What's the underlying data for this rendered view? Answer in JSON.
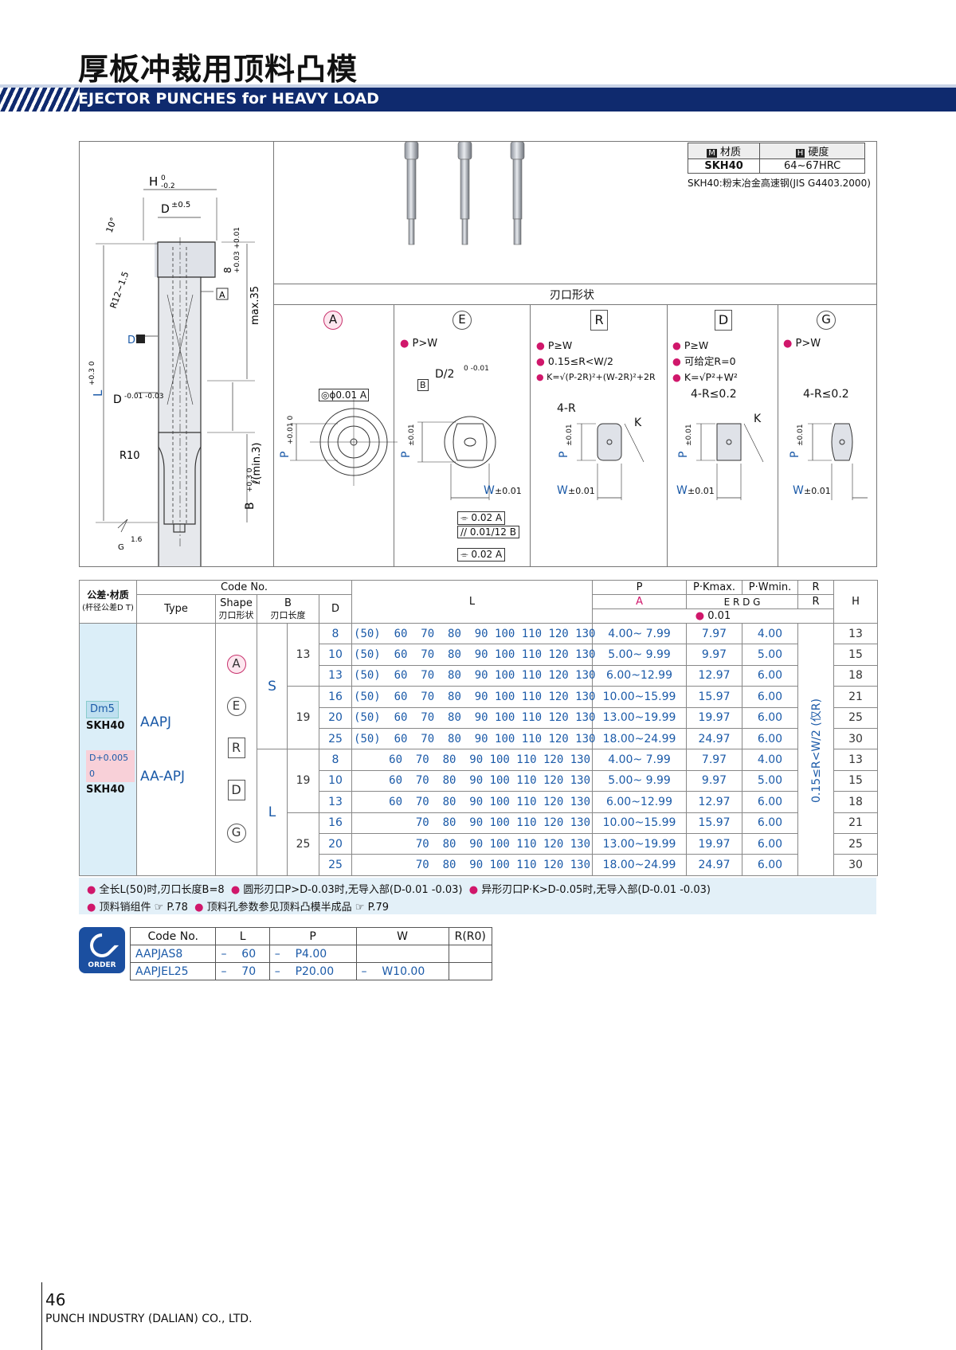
{
  "title_cn": "厚板冲裁用顶料凸模",
  "title_en": "EJECTOR PUNCHES for HEAVY LOAD",
  "material": {
    "h1": "材质",
    "h2": "硬度",
    "mat": "SKH40",
    "hard": "64~67HRC",
    "note": "SKH40:粉末冶金高速钢(JIS G4403.2000)",
    "m_icon": "M",
    "h_icon": "H"
  },
  "drawing": {
    "H": "H",
    "Hsup": "0",
    "Hsub": "-0.2",
    "D": "D",
    "Dtol": "±0.5",
    "angle": "10°",
    "eight": "8",
    "eight_tol": "+0.03 +0.01",
    "R12": "R12~1.5",
    "A": "A",
    "max35": "max.35",
    "DT": "D",
    "L": "L",
    "L_tol": "+0.3 0",
    "Dm": "D",
    "Dm_tol": "-0.01 -0.03",
    "lmin": "ℓ(min.3)",
    "R10": "R10",
    "B": "B",
    "B_tol": "+0.3 0",
    "rough": "1.6",
    "G": "G"
  },
  "shape_header": "刃口形状",
  "shapes": [
    {
      "key": "A",
      "notes": [],
      "conc": "◎ϕ0.01 A",
      "P": "P",
      "P_tol": "+0.01 0"
    },
    {
      "key": "E",
      "notes": [
        "P>W"
      ],
      "D2": "D/2",
      "D2_tol": "0 -0.01",
      "B": "B",
      "P": "P",
      "P_tol": "±0.01",
      "W": "W",
      "W_tol": "±0.01",
      "tol1": "⌯ 0.02 A",
      "tol2": "// 0.01/12 B",
      "tol3": "⌯ 0.02 A"
    },
    {
      "key": "R",
      "notes": [
        "P≥W",
        "0.15≤R<W/2",
        "K=√(P-2R)²+(W-2R)²+2R"
      ],
      "R4": "4-R",
      "K": "K",
      "P": "P",
      "P_tol": "±0.01",
      "W": "W",
      "W_tol": "±0.01"
    },
    {
      "key": "D",
      "notes": [
        "P≥W",
        "可给定R=0",
        "K=√P²+W²"
      ],
      "R4": "4-R≤0.2",
      "K": "K",
      "P": "P",
      "P_tol": "±0.01",
      "W": "W",
      "W_tol": "±0.01"
    },
    {
      "key": "G",
      "notes": [
        "P>W"
      ],
      "R4": "4-R≤0.2",
      "P": "P",
      "P_tol": "±0.01",
      "W": "W",
      "W_tol": "±0.01"
    }
  ],
  "table": {
    "h_tol": "公差·材质",
    "h_tol2": "(杆径公差D T)",
    "h_code": "Code No.",
    "h_type": "Type",
    "h_shape": "Shape",
    "h_shape2": "刃口形状",
    "h_B": "B",
    "h_B2": "刃口长度",
    "h_D": "D",
    "h_L": "L",
    "h_P": "P",
    "h_PK": "P·Kmax.",
    "h_PW": "P·Wmin.",
    "h_R": "R",
    "h_H": "H",
    "sub_A": "A",
    "sub_EDRG": "E R D G",
    "sub_R": "R",
    "sub_tol": "0.01",
    "tol1": "Dm5",
    "mat1": "SKH40",
    "type1": "AAPJ",
    "tol2": "D+0.005 0",
    "mat2": "SKH40",
    "type2": "AA-APJ",
    "shape_keys": [
      "A",
      "E",
      "R",
      "D",
      "G"
    ],
    "S": "S",
    "Lbl": "L",
    "R_range": "0.15≤R<W/2 (仅R)",
    "rows": [
      {
        "B": "13",
        "D": "8",
        "L": "(50)  60  70  80  90 100 110 120 130",
        "P": "4.00~ 7.99",
        "PK": "7.97",
        "PW": "4.00",
        "H": "13"
      },
      {
        "B": "",
        "D": "10",
        "L": "(50)  60  70  80  90 100 110 120 130",
        "P": "5.00~ 9.99",
        "PK": "9.97",
        "PW": "5.00",
        "H": "15"
      },
      {
        "B": "",
        "D": "13",
        "L": "(50)  60  70  80  90 100 110 120 130",
        "P": "6.00~12.99",
        "PK": "12.97",
        "PW": "6.00",
        "H": "18"
      },
      {
        "B": "19",
        "D": "16",
        "L": "(50)  60  70  80  90 100 110 120 130",
        "P": "10.00~15.99",
        "PK": "15.97",
        "PW": "6.00",
        "H": "21"
      },
      {
        "B": "",
        "D": "20",
        "L": "(50)  60  70  80  90 100 110 120 130",
        "P": "13.00~19.99",
        "PK": "19.97",
        "PW": "6.00",
        "H": "25"
      },
      {
        "B": "",
        "D": "25",
        "L": "(50)  60  70  80  90 100 110 120 130",
        "P": "18.00~24.99",
        "PK": "24.97",
        "PW": "6.00",
        "H": "30"
      },
      {
        "B": "19",
        "D": "8",
        "L": "60  70  80  90 100 110 120 130",
        "P": "4.00~ 7.99",
        "PK": "7.97",
        "PW": "4.00",
        "H": "13"
      },
      {
        "B": "",
        "D": "10",
        "L": "60  70  80  90 100 110 120 130",
        "P": "5.00~ 9.99",
        "PK": "9.97",
        "PW": "5.00",
        "H": "15"
      },
      {
        "B": "",
        "D": "13",
        "L": "60  70  80  90 100 110 120 130",
        "P": "6.00~12.99",
        "PK": "12.97",
        "PW": "6.00",
        "H": "18"
      },
      {
        "B": "25",
        "D": "16",
        "L": "70  80  90 100 110 120 130",
        "P": "10.00~15.99",
        "PK": "15.97",
        "PW": "6.00",
        "H": "21"
      },
      {
        "B": "",
        "D": "20",
        "L": "70  80  90 100 110 120 130",
        "P": "13.00~19.99",
        "PK": "19.97",
        "PW": "6.00",
        "H": "25"
      },
      {
        "B": "",
        "D": "25",
        "L": "70  80  90 100 110 120 130",
        "P": "18.00~24.99",
        "PK": "24.97",
        "PW": "6.00",
        "H": "30"
      }
    ]
  },
  "notes": [
    "全长L(50)时,刃口长度B=8",
    "圆形刃口P>D-0.03时,无导入部(D-0.01 -0.03)",
    "异形刃口P·K>D-0.05时,无导入部(D-0.01 -0.03)",
    "顶料销组件 ☞ P.78",
    "顶料孔参数参见顶料凸模半成品 ☞ P.79"
  ],
  "order": {
    "label": "ORDER",
    "headers": [
      "Code No.",
      "L",
      "P",
      "W",
      "R(R0)"
    ],
    "rows": [
      [
        "AAPJAS8",
        "–",
        "60",
        "–",
        "P4.00",
        "",
        ""
      ],
      [
        "AAPJEL25",
        "–",
        "70",
        "–",
        "P20.00",
        "–",
        "W10.00"
      ]
    ]
  },
  "page": "46",
  "company": "PUNCH INDUSTRY (DALIAN) CO., LTD."
}
